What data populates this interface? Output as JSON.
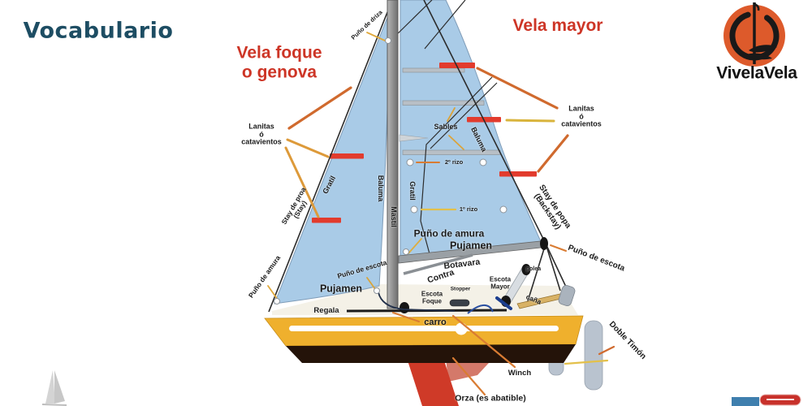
{
  "title": "Vocabulario",
  "logo": {
    "text": "VivelaVela"
  },
  "sails": {
    "jib_title": "Vela foque\no genova",
    "main_title": "Vela mayor"
  },
  "labels": {
    "lanitas_left": "Lanitas\nó\ncatavientos",
    "lanitas_right": "Lanitas\nó\ncatavientos",
    "stay_proa": "Stay de proa\n(Stay)",
    "stay_popa": "Stay de popa\n(Backstay)",
    "puno_driza": "Puño de driza",
    "puno_amura_jib": "Puño de amura",
    "puno_amura_main": "Puño de amura",
    "puno_escota_jib": "Puño de escota",
    "puno_escota_main": "Puño de escota",
    "gratil_jib": "Gratil",
    "gratil_main": "Gratil",
    "baluma_jib": "Baluma",
    "baluma_main": "Baluma",
    "mastil": "Mastil",
    "sables": "Sables",
    "rizo2": "2º rizo",
    "rizo1": "1º rizo",
    "pujamen_jib": "Pujamen",
    "pujamen_main": "Pujamen",
    "botavara": "Botavara",
    "contra": "Contra",
    "escota_mayor": "Escota\nMayor",
    "escota_foque": "Escota\nFoque",
    "stopper": "Stopper",
    "polea": "polea",
    "cana": "caña",
    "doble_timon": "Doble Timón",
    "winch": "Winch",
    "regala": "Regala",
    "carro": "carro",
    "orza": "Orza (es abatible)"
  },
  "colors": {
    "title_teal": "#1d4d63",
    "label_red": "#cd3526",
    "sail_blue": "#a9cbe7",
    "hull_yellow": "#efb02d",
    "keel_red": "#cf3a28",
    "logo_orange": "#dd5a2b",
    "telltale_red": "#e23b2d"
  }
}
